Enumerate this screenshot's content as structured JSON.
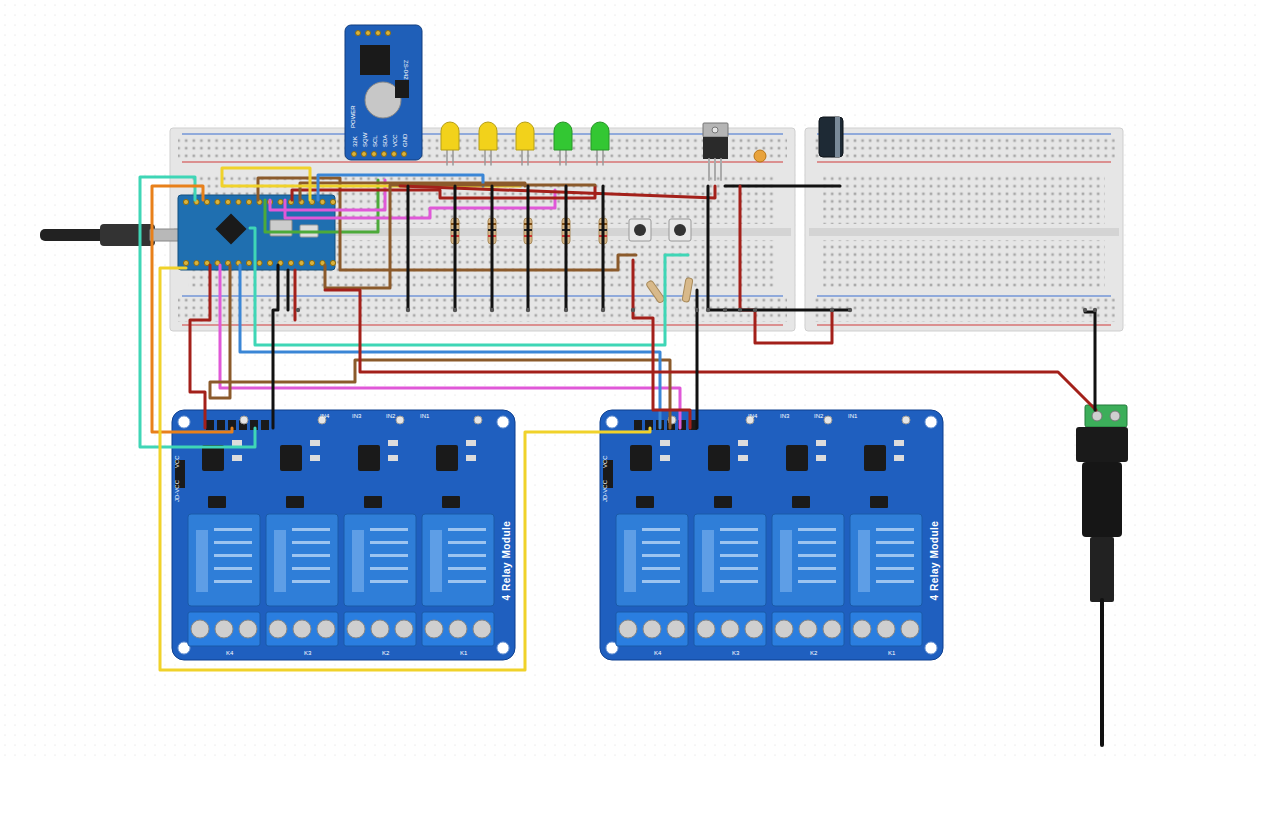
{
  "diagram": {
    "nodes": [
      {
        "text": [
          "4 Relay Module"
        ]
      },
      {
        "text": [
          "4 Relay Module"
        ]
      }
    ],
    "labels": [
      "32K",
      "SQW",
      "SCL",
      "SDA",
      "VCC",
      "GND",
      "POWER",
      "ZS-042",
      "IN4",
      "IN3",
      "IN2",
      "IN1",
      "IN4",
      "IN3",
      "IN2",
      "IN1",
      "VCC",
      "JD-VCC",
      "VCC",
      "JD-VCC",
      "K4",
      "K3",
      "K2",
      "K1",
      "K4",
      "K3",
      "K2",
      "K1"
    ]
  }
}
